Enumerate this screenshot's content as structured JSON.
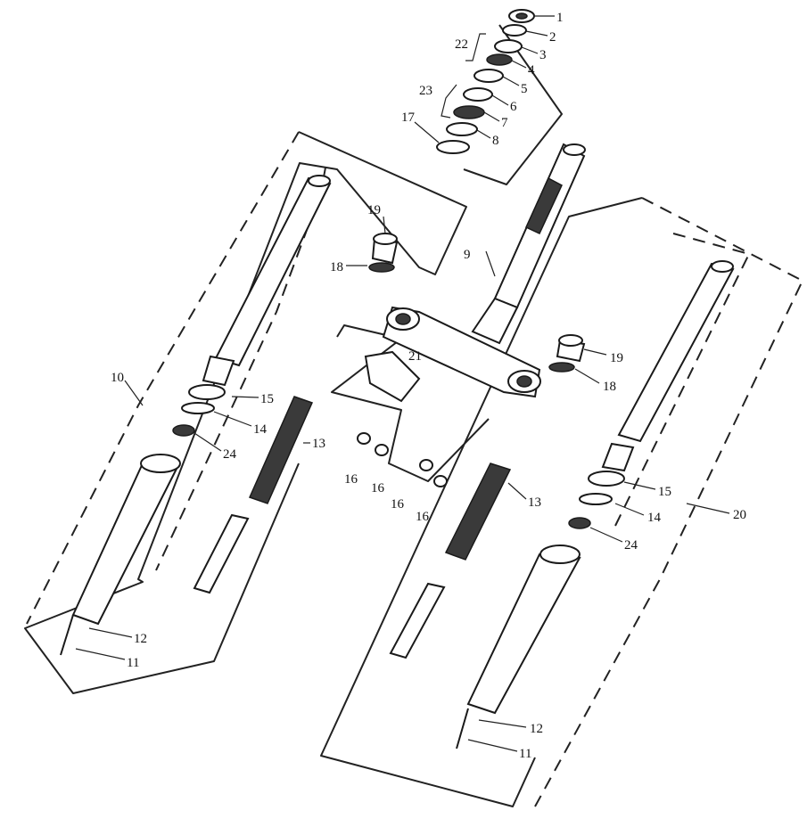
{
  "callouts": {
    "c1": "1",
    "c2": "2",
    "c3": "3",
    "c4": "4",
    "c5": "5",
    "c6": "6",
    "c7": "7",
    "c8": "8",
    "c22": "22",
    "c23": "23",
    "c17": "17",
    "c19a": "19",
    "c18a": "18",
    "c9": "9",
    "c21": "21",
    "c19b": "19",
    "c18b": "18",
    "c10": "10",
    "c15a": "15",
    "c14a": "14",
    "c24a": "24",
    "c13a": "13",
    "c16a": "16",
    "c16b": "16",
    "c16c": "16",
    "c16d": "16",
    "c13b": "13",
    "c15b": "15",
    "c20": "20",
    "c14b": "14",
    "c24b": "24",
    "c12a": "12",
    "c11a": "11",
    "c12b": "12",
    "c11b": "11"
  }
}
